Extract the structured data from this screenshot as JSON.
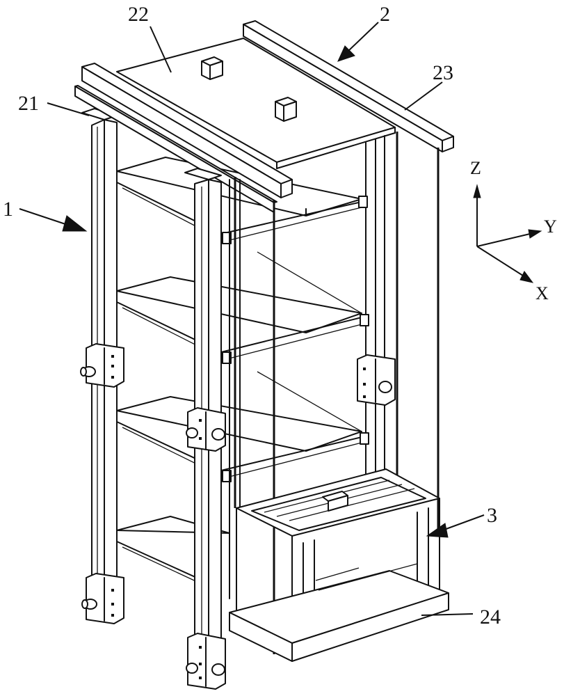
{
  "callouts": {
    "c1": "1",
    "c2": "2",
    "c3": "3",
    "c21": "21",
    "c22": "22",
    "c23": "23",
    "c24": "24"
  },
  "axes": {
    "z": "Z",
    "y": "Y",
    "x": "X"
  }
}
